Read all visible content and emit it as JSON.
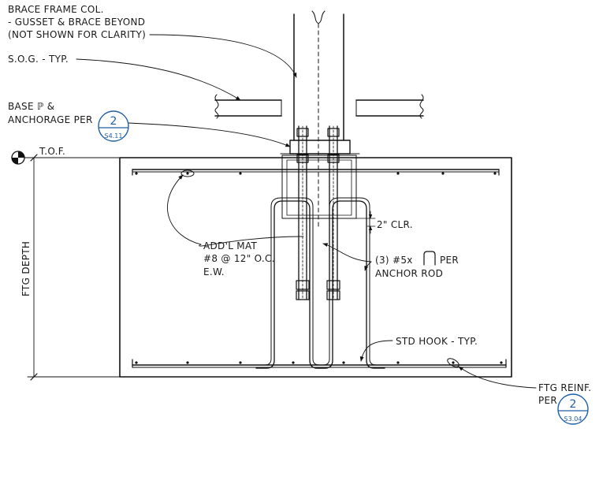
{
  "notes": {
    "brace_frame": [
      "BRACE FRAME COL.",
      "- GUSSET & BRACE BEYOND",
      "(NOT SHOWN FOR CLARITY)"
    ],
    "sog": "S.O.G. - TYP.",
    "base_plate": [
      "BASE ℙ &",
      "ANCHORAGE PER"
    ],
    "tof": "T.O.F.",
    "ftg_depth": "FTG DEPTH",
    "addl_mat": [
      "ADD'L MAT",
      "#8 @ 12\" O.C.",
      "E.W."
    ],
    "clearance": "2\" CLR.",
    "stirrups": [
      "(3) #5x",
      "PER",
      "ANCHOR ROD"
    ],
    "std_hook": "STD HOOK - TYP.",
    "ftg_reinf": [
      "FTG REINF.",
      "PER"
    ]
  },
  "callouts": [
    {
      "number": "2",
      "sheet": "S4.11"
    },
    {
      "number": "2",
      "sheet": "S3.04"
    }
  ],
  "colors": {
    "line": "#111111",
    "callout": "#1f5fa8",
    "hatch": "#444444"
  }
}
